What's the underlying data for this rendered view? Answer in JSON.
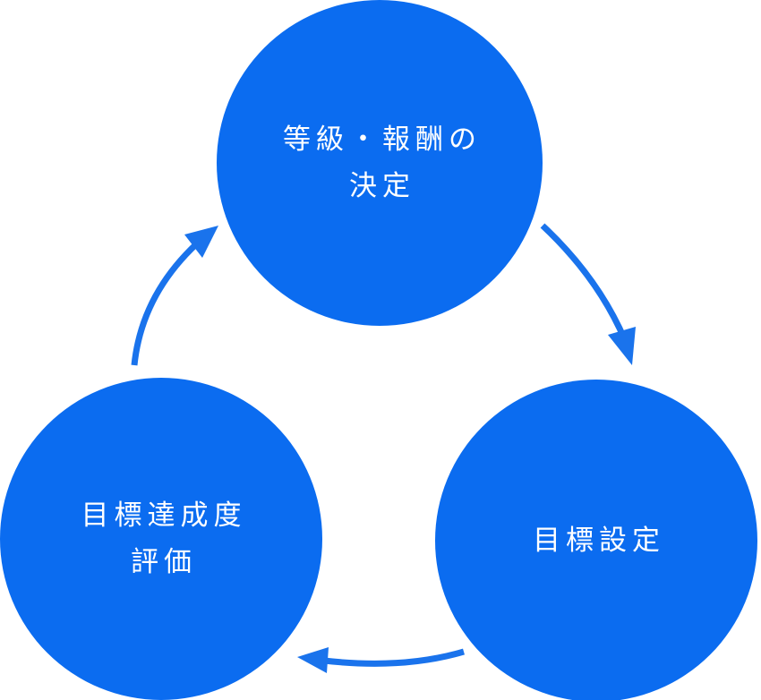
{
  "colors": {
    "node_fill": "#0b6cf0",
    "arrow": "#1a73ec",
    "label_text": "#ffffff",
    "background": "#ffffff"
  },
  "diagram": {
    "type": "cycle",
    "nodes": [
      {
        "id": "top",
        "lines": [
          "等級・報酬の",
          "決定"
        ]
      },
      {
        "id": "right",
        "lines": [
          "目標設定"
        ]
      },
      {
        "id": "left",
        "lines": [
          "目標達成度",
          "評価"
        ]
      }
    ],
    "edges": [
      {
        "from": "top",
        "to": "right",
        "icon": "arrow-clockwise-icon"
      },
      {
        "from": "right",
        "to": "left",
        "icon": "arrow-clockwise-icon"
      },
      {
        "from": "left",
        "to": "top",
        "icon": "arrow-clockwise-icon"
      }
    ]
  }
}
